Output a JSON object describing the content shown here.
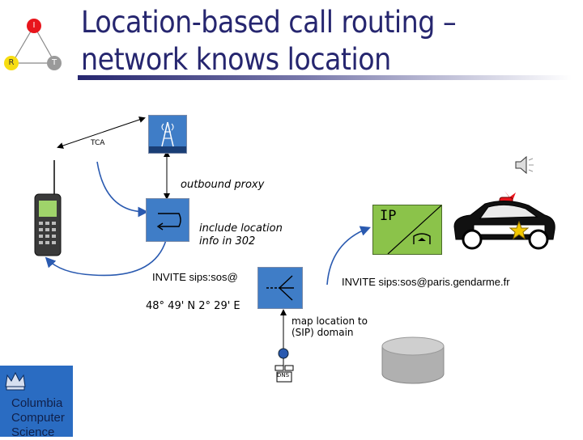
{
  "title": {
    "line1": "Location-based call routing –",
    "line2": "network knows location"
  },
  "triangle_logo": {
    "top_node": "I",
    "left_node": "R",
    "right_node": "T",
    "colors": {
      "top": "#e8151c",
      "left": "#f7dd12",
      "right": "#9a9a9a"
    }
  },
  "labels": {
    "tca": "TCA",
    "outbound_proxy": "outbound proxy",
    "include_location_line1": "include location",
    "include_location_line2": "info in 302",
    "invite_sos": "INVITE sips:sos@",
    "invite_paris": "INVITE sips:sos@paris.gendarme.fr",
    "coordinates": "48° 49' N 2° 29' E",
    "map_location_line1": "map location to",
    "map_location_line2": "(SIP) domain",
    "ip_box": "IP",
    "dns_icon": "DNS"
  },
  "columbia": {
    "line1": "Columbia",
    "line2": "Computer",
    "line3": "Science"
  },
  "colors": {
    "box_blue": "#3f7dc7",
    "ip_green": "#8bc34a",
    "title_navy": "#26266f",
    "arrow_blue": "#2a5ab0"
  }
}
